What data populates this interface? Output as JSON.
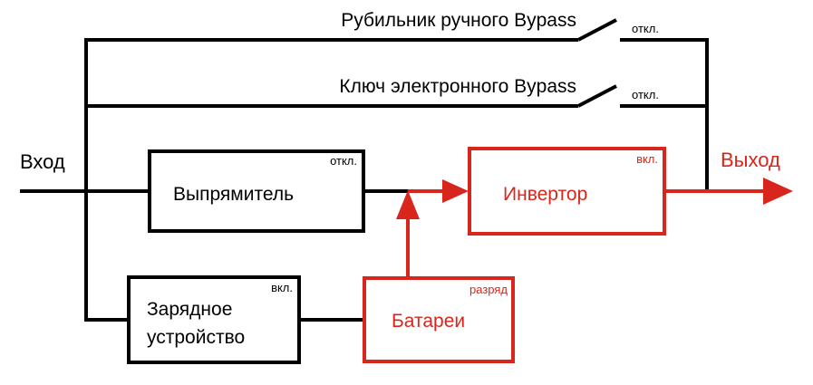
{
  "colors": {
    "normal": "#000000",
    "active": "#d9261c"
  },
  "labels": {
    "input": "Вход",
    "output": "Выход",
    "manual_bypass": "Рубильник ручного Bypass",
    "electronic_bypass": "Ключ электронного Bypass",
    "switch_off": "откл."
  },
  "blocks": {
    "rectifier": {
      "name": "Выпрямитель",
      "state": "откл."
    },
    "inverter": {
      "name": "Инвертор",
      "state": "вкл."
    },
    "charger": {
      "name_line1": "Зарядное",
      "name_line2": "устройство",
      "state": "вкл."
    },
    "batteries": {
      "name": "Батареи",
      "state": "разряд"
    }
  }
}
